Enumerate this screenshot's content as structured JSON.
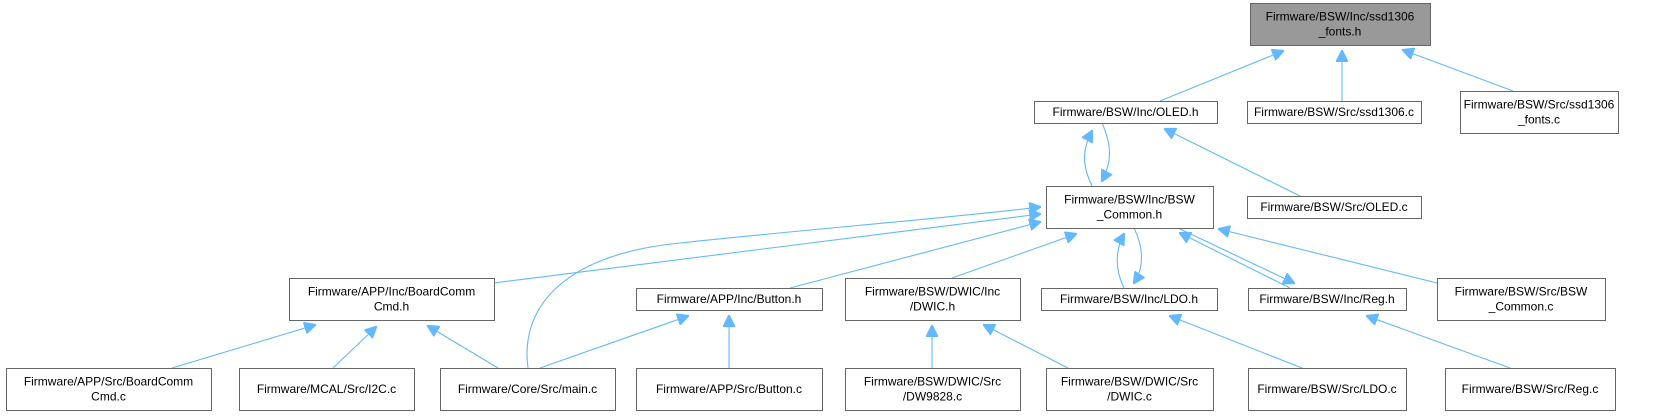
{
  "colors": {
    "edge": "#63b8ff",
    "node_border": "#666666",
    "root_fill": "#999999",
    "node_fill": "#ffffff",
    "text": "#000000"
  },
  "nodes": [
    {
      "id": "ssd1306_fonts_h",
      "lines": [
        "Firmware/BSW/Inc/ssd1306",
        "_fonts.h"
      ],
      "root": true
    },
    {
      "id": "oled_h",
      "lines": [
        "Firmware/BSW/Inc/OLED.h"
      ]
    },
    {
      "id": "ssd1306_c",
      "lines": [
        "Firmware/BSW/Src/ssd1306.c"
      ]
    },
    {
      "id": "ssd1306_fonts_c",
      "lines": [
        "Firmware/BSW/Src/ssd1306",
        "_fonts.c"
      ]
    },
    {
      "id": "bsw_common_h",
      "lines": [
        "Firmware/BSW/Inc/BSW",
        "_Common.h"
      ]
    },
    {
      "id": "oled_c",
      "lines": [
        "Firmware/BSW/Src/OLED.c"
      ]
    },
    {
      "id": "boardcommcmd_h",
      "lines": [
        "Firmware/APP/Inc/BoardComm",
        "Cmd.h"
      ]
    },
    {
      "id": "button_h",
      "lines": [
        "Firmware/APP/Inc/Button.h"
      ]
    },
    {
      "id": "dwic_h",
      "lines": [
        "Firmware/BSW/DWIC/Inc",
        "/DWIC.h"
      ]
    },
    {
      "id": "ldo_h",
      "lines": [
        "Firmware/BSW/Inc/LDO.h"
      ]
    },
    {
      "id": "reg_h",
      "lines": [
        "Firmware/BSW/Inc/Reg.h"
      ]
    },
    {
      "id": "bsw_common_c",
      "lines": [
        "Firmware/BSW/Src/BSW",
        "_Common.c"
      ]
    },
    {
      "id": "boardcommcmd_c",
      "lines": [
        "Firmware/APP/Src/BoardComm",
        "Cmd.c"
      ]
    },
    {
      "id": "i2c_c",
      "lines": [
        "Firmware/MCAL/Src/I2C.c"
      ]
    },
    {
      "id": "main_c",
      "lines": [
        "Firmware/Core/Src/main.c"
      ]
    },
    {
      "id": "button_c",
      "lines": [
        "Firmware/APP/Src/Button.c"
      ]
    },
    {
      "id": "dw9828_c",
      "lines": [
        "Firmware/BSW/DWIC/Src",
        "/DW9828.c"
      ]
    },
    {
      "id": "dwic_c",
      "lines": [
        "Firmware/BSW/DWIC/Src",
        "/DWIC.c"
      ]
    },
    {
      "id": "ldo_c",
      "lines": [
        "Firmware/BSW/Src/LDO.c"
      ]
    },
    {
      "id": "reg_c",
      "lines": [
        "Firmware/BSW/Src/Reg.c"
      ]
    }
  ],
  "edges": [
    {
      "from": "oled_h",
      "to": "ssd1306_fonts_h"
    },
    {
      "from": "ssd1306_c",
      "to": "ssd1306_fonts_h"
    },
    {
      "from": "ssd1306_fonts_c",
      "to": "ssd1306_fonts_h"
    },
    {
      "from": "bsw_common_h",
      "to": "oled_h"
    },
    {
      "from": "oled_h",
      "to": "bsw_common_h"
    },
    {
      "from": "oled_c",
      "to": "oled_h"
    },
    {
      "from": "boardcommcmd_h",
      "to": "bsw_common_h"
    },
    {
      "from": "main_c",
      "to": "bsw_common_h"
    },
    {
      "from": "button_h",
      "to": "bsw_common_h"
    },
    {
      "from": "dwic_h",
      "to": "bsw_common_h"
    },
    {
      "from": "ldo_h",
      "to": "bsw_common_h"
    },
    {
      "from": "bsw_common_h",
      "to": "ldo_h"
    },
    {
      "from": "reg_h",
      "to": "bsw_common_h"
    },
    {
      "from": "bsw_common_h",
      "to": "reg_h"
    },
    {
      "from": "bsw_common_c",
      "to": "bsw_common_h"
    },
    {
      "from": "boardcommcmd_c",
      "to": "boardcommcmd_h"
    },
    {
      "from": "i2c_c",
      "to": "boardcommcmd_h"
    },
    {
      "from": "main_c",
      "to": "boardcommcmd_h"
    },
    {
      "from": "main_c",
      "to": "button_h"
    },
    {
      "from": "button_c",
      "to": "button_h"
    },
    {
      "from": "dw9828_c",
      "to": "dwic_h"
    },
    {
      "from": "dwic_c",
      "to": "dwic_h"
    },
    {
      "from": "ldo_c",
      "to": "ldo_h"
    },
    {
      "from": "reg_c",
      "to": "reg_h"
    }
  ]
}
